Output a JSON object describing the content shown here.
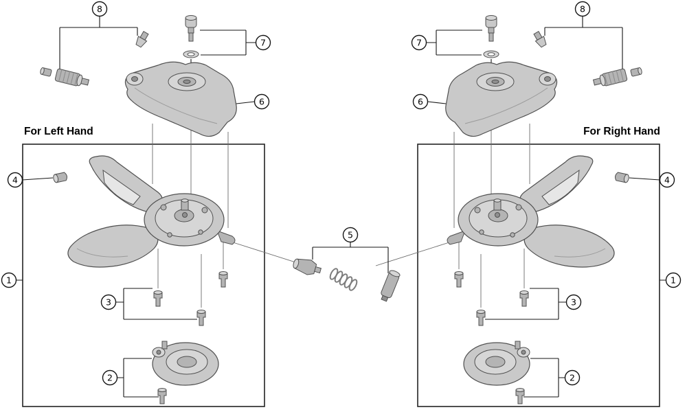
{
  "diagram": {
    "left_caption": "For Left Hand",
    "right_caption": "For Right Hand",
    "callouts": {
      "n1": "1",
      "n2": "2",
      "n3": "3",
      "n4": "4",
      "n5": "5",
      "n6": "6",
      "n7": "7",
      "n8": "8"
    },
    "colors": {
      "background": "#ffffff",
      "outline": "#151515",
      "box_border": "#222222",
      "part_fill": "#c9c9c9",
      "part_fill_light": "#d6d6d6",
      "part_fill_mid": "#b4b4b4",
      "part_fill_dark": "#8f8f8f",
      "part_stroke": "#4f4f4f",
      "spring": "#7d7d7d",
      "text": "#000000"
    }
  }
}
